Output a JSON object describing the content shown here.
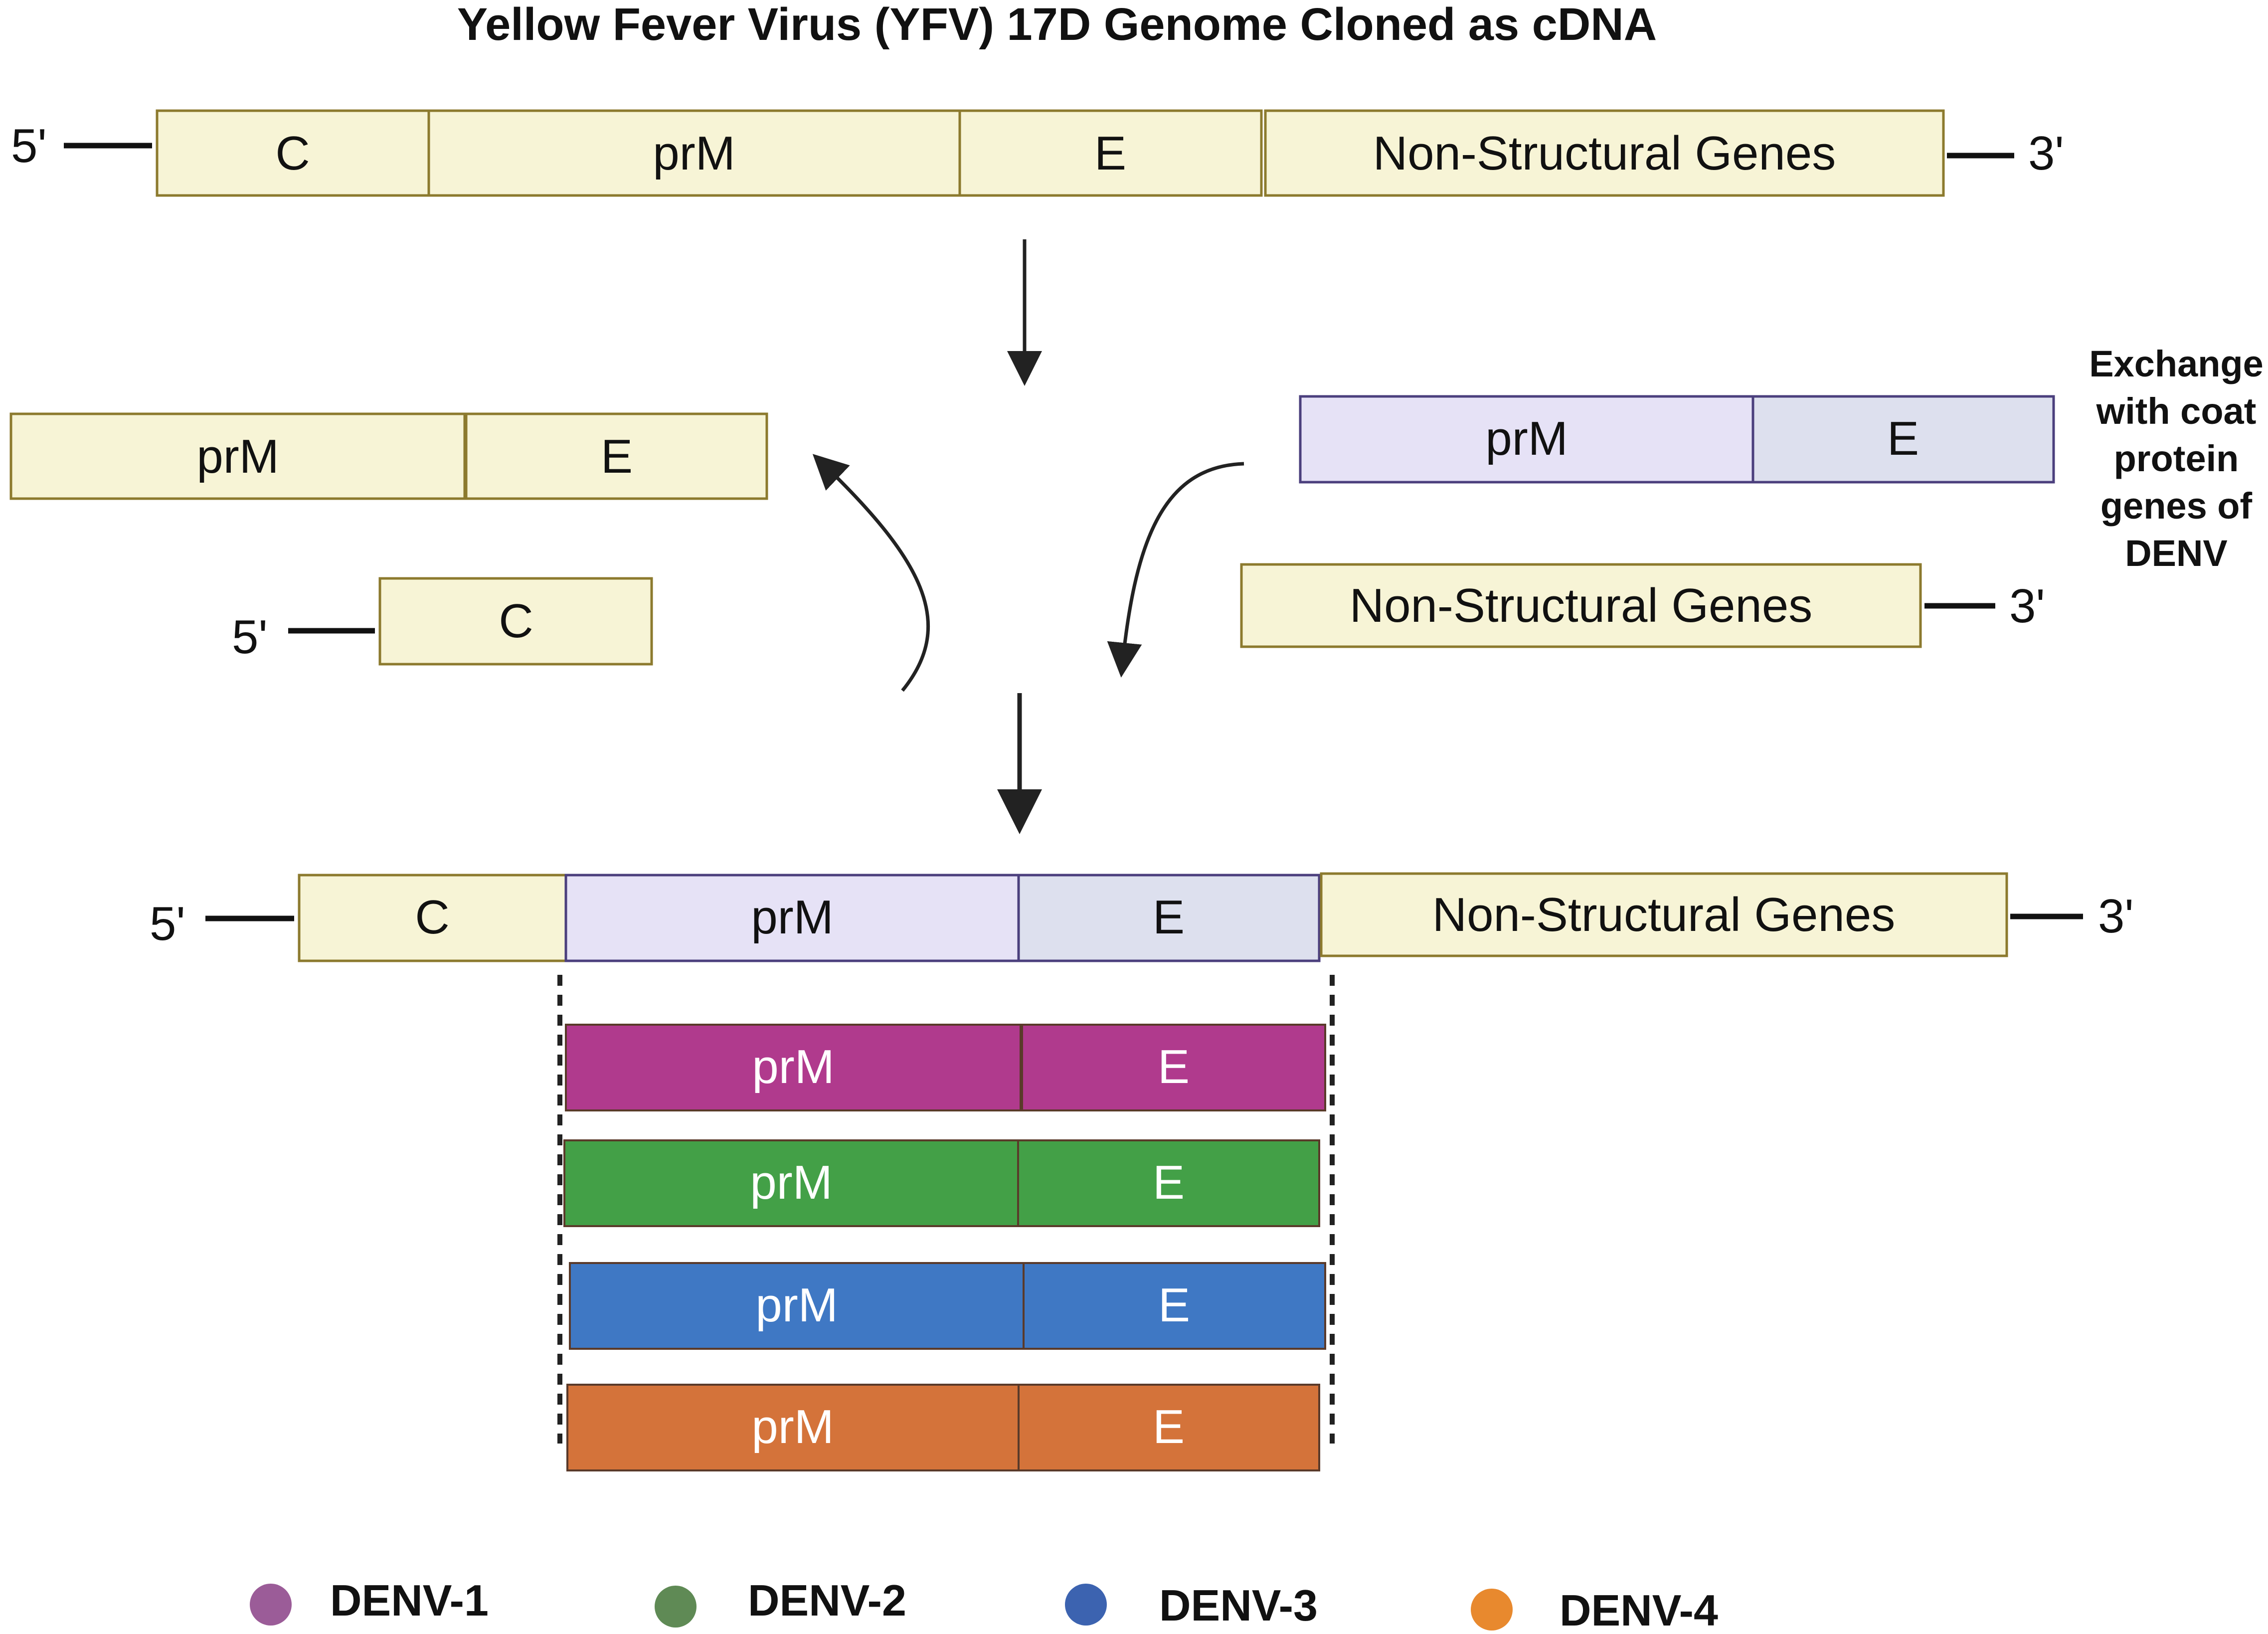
{
  "title": "Yellow Fever Virus (YFV) 17D Genome Cloned as cDNA",
  "ends": {
    "five_prime": "5'",
    "three_prime": "3'"
  },
  "genes": {
    "c": "C",
    "prm": "prM",
    "e": "E",
    "non_structural": "Non-Structural Genes"
  },
  "exchange_note": [
    "Exchange",
    "with coat",
    "protein",
    "genes of",
    "DENV"
  ],
  "colors": {
    "yfv_fill": "#f7f4d6",
    "yfv_stroke": "#8c7a2e",
    "denv_prm_fill": "#e6e2f6",
    "denv_e_fill": "#dde0ee",
    "denv_stroke": "#4b3f7d",
    "denv1": "#b03a8d",
    "denv2": "#43a047",
    "denv3": "#3f78c4",
    "denv4": "#d4733a"
  },
  "legend": [
    {
      "label": "DENV-1",
      "color": "#9b5c98"
    },
    {
      "label": "DENV-2",
      "color": "#5f8a55"
    },
    {
      "label": "DENV-3",
      "color": "#3c63b0"
    },
    {
      "label": "DENV-4",
      "color": "#e8892e"
    }
  ]
}
